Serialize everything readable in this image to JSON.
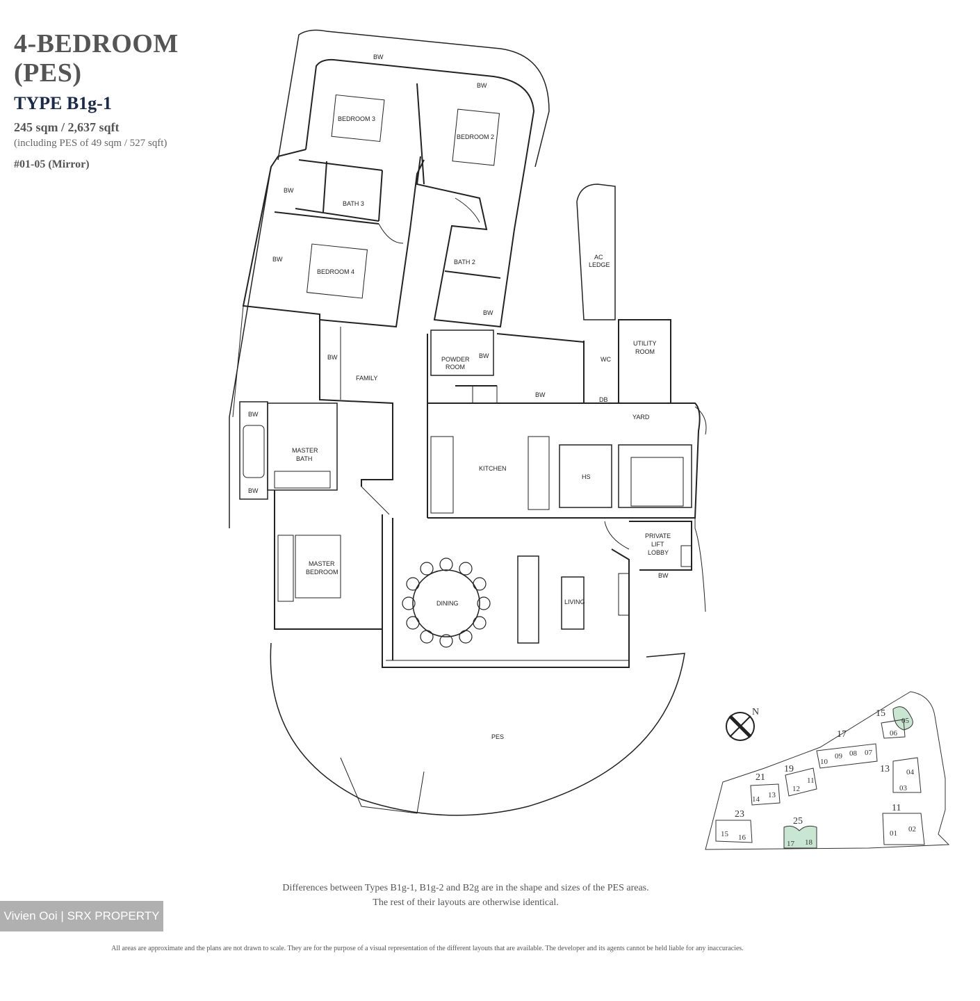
{
  "header": {
    "title_line1": "4-BEDROOM",
    "title_line2": "(PES)",
    "type": "TYPE B1g-1",
    "area": "245 sqm / 2,637 sqft",
    "area_note": "(including PES of 49 sqm / 527 sqft)",
    "unit": "#01-05 (Mirror)"
  },
  "rooms": {
    "bw": "BW",
    "bedroom3": "BEDROOM 3",
    "bedroom2": "BEDROOM 2",
    "bath3": "BATH 3",
    "bedroom4": "BEDROOM 4",
    "bath2": "BATH 2",
    "ac_ledge_1": "AC",
    "ac_ledge_2": "LEDGE",
    "utility_1": "UTILITY",
    "utility_2": "ROOM",
    "wc": "WC",
    "db": "DB",
    "powder_1": "POWDER",
    "powder_2": "ROOM",
    "family": "FAMILY",
    "yard": "YARD",
    "master_bath_1": "MASTER",
    "master_bath_2": "BATH",
    "kitchen": "KITCHEN",
    "hs": "HS",
    "lift_1": "PRIVATE",
    "lift_2": "LIFT",
    "lift_3": "LOBBY",
    "master_bed_1": "MASTER",
    "master_bed_2": "BEDROOM",
    "dining": "DINING",
    "living": "LIVING",
    "pes": "PES"
  },
  "site_plan": {
    "north": "N",
    "blocks": [
      "15",
      "17",
      "19",
      "21",
      "13",
      "23",
      "25",
      "11"
    ],
    "units": [
      "05",
      "06",
      "10",
      "09",
      "08",
      "07",
      "04",
      "03",
      "14",
      "13",
      "12",
      "11",
      "15",
      "16",
      "17",
      "18",
      "01",
      "02"
    ],
    "highlight_color": "#c9e6d2"
  },
  "footer": {
    "difference_line1": "Differences between Types B1g-1, B1g-2 and B2g are in the shape and sizes of the PES areas.",
    "difference_line2": "The rest of their layouts are otherwise identical.",
    "watermark": "Vivien Ooi | SRX PROPERTY",
    "disclaimer": "All areas are approximate and the plans are not drawn to scale. They are for the purpose of a visual representation of the different layouts that are available. The developer and its agents cannot be held liable for any inaccuracies."
  }
}
